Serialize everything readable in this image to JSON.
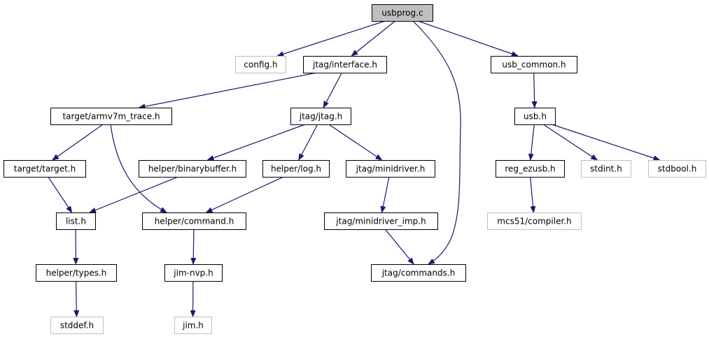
{
  "graph": {
    "colors": {
      "edge": "#191970",
      "main_fill": "#bfbfbf",
      "external_border": "#bfbfbf",
      "normal_border": "#000000"
    },
    "nodes": [
      {
        "id": "usbprog_c",
        "label": "usbprog.c",
        "kind": "main"
      },
      {
        "id": "config_h",
        "label": "config.h",
        "kind": "external"
      },
      {
        "id": "jtag_interface_h",
        "label": "jtag/interface.h",
        "kind": "normal"
      },
      {
        "id": "usb_common_h",
        "label": "usb_common.h",
        "kind": "normal"
      },
      {
        "id": "target_armv7m_trace_h",
        "label": "target/armv7m_trace.h",
        "kind": "normal"
      },
      {
        "id": "jtag_jtag_h",
        "label": "jtag/jtag.h",
        "kind": "normal"
      },
      {
        "id": "usb_h",
        "label": "usb.h",
        "kind": "normal"
      },
      {
        "id": "target_target_h",
        "label": "target/target.h",
        "kind": "normal"
      },
      {
        "id": "helper_binarybuffer_h",
        "label": "helper/binarybuffer.h",
        "kind": "normal"
      },
      {
        "id": "helper_log_h",
        "label": "helper/log.h",
        "kind": "normal"
      },
      {
        "id": "jtag_minidriver_h",
        "label": "jtag/minidriver.h",
        "kind": "normal"
      },
      {
        "id": "reg_ezusb_h",
        "label": "reg_ezusb.h",
        "kind": "normal"
      },
      {
        "id": "stdint_h",
        "label": "stdint.h",
        "kind": "external"
      },
      {
        "id": "stdbool_h",
        "label": "stdbool.h",
        "kind": "external"
      },
      {
        "id": "list_h",
        "label": "list.h",
        "kind": "normal"
      },
      {
        "id": "helper_command_h",
        "label": "helper/command.h",
        "kind": "normal"
      },
      {
        "id": "jtag_minidriver_imp_h",
        "label": "jtag/minidriver_imp.h",
        "kind": "normal"
      },
      {
        "id": "mcs51_compiler_h",
        "label": "mcs51/compiler.h",
        "kind": "external"
      },
      {
        "id": "helper_types_h",
        "label": "helper/types.h",
        "kind": "normal"
      },
      {
        "id": "jim_nvp_h",
        "label": "jim-nvp.h",
        "kind": "normal"
      },
      {
        "id": "jtag_commands_h",
        "label": "jtag/commands.h",
        "kind": "normal"
      },
      {
        "id": "stddef_h",
        "label": "stddef.h",
        "kind": "external"
      },
      {
        "id": "jim_h",
        "label": "jim.h",
        "kind": "external"
      }
    ],
    "edges": [
      {
        "from": "usbprog_c",
        "to": "config_h"
      },
      {
        "from": "usbprog_c",
        "to": "jtag_interface_h"
      },
      {
        "from": "usbprog_c",
        "to": "jtag_commands_h"
      },
      {
        "from": "usbprog_c",
        "to": "usb_common_h"
      },
      {
        "from": "jtag_interface_h",
        "to": "target_armv7m_trace_h"
      },
      {
        "from": "jtag_interface_h",
        "to": "jtag_jtag_h"
      },
      {
        "from": "usb_common_h",
        "to": "usb_h"
      },
      {
        "from": "target_armv7m_trace_h",
        "to": "target_target_h"
      },
      {
        "from": "target_armv7m_trace_h",
        "to": "helper_command_h"
      },
      {
        "from": "jtag_jtag_h",
        "to": "helper_binarybuffer_h"
      },
      {
        "from": "jtag_jtag_h",
        "to": "helper_log_h"
      },
      {
        "from": "jtag_jtag_h",
        "to": "jtag_minidriver_h"
      },
      {
        "from": "usb_h",
        "to": "reg_ezusb_h"
      },
      {
        "from": "usb_h",
        "to": "stdint_h"
      },
      {
        "from": "usb_h",
        "to": "stdbool_h"
      },
      {
        "from": "target_target_h",
        "to": "list_h"
      },
      {
        "from": "helper_binarybuffer_h",
        "to": "list_h"
      },
      {
        "from": "helper_log_h",
        "to": "helper_command_h"
      },
      {
        "from": "jtag_minidriver_h",
        "to": "jtag_minidriver_imp_h"
      },
      {
        "from": "reg_ezusb_h",
        "to": "mcs51_compiler_h"
      },
      {
        "from": "list_h",
        "to": "helper_types_h"
      },
      {
        "from": "helper_command_h",
        "to": "jim_nvp_h"
      },
      {
        "from": "jtag_minidriver_imp_h",
        "to": "jtag_commands_h"
      },
      {
        "from": "helper_types_h",
        "to": "stddef_h"
      },
      {
        "from": "jim_nvp_h",
        "to": "jim_h"
      }
    ]
  }
}
